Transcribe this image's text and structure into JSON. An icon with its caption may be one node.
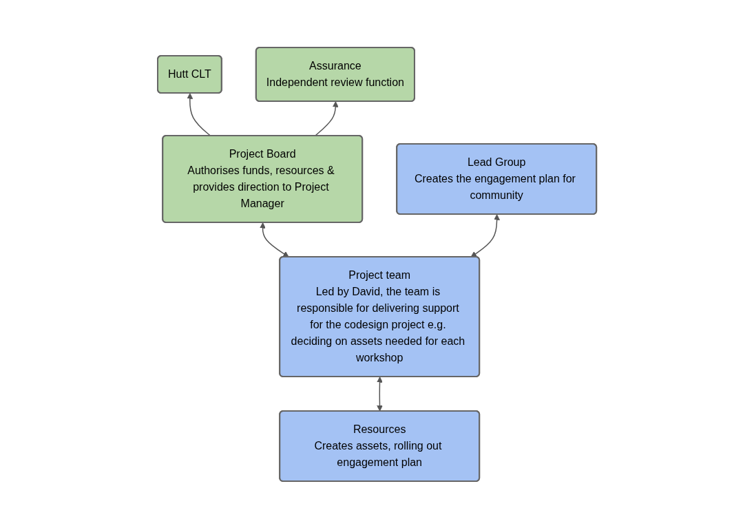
{
  "diagram": {
    "nodes": [
      {
        "text": [
          "Hutt CLT"
        ]
      },
      {
        "text": [
          "Project Board",
          "Authorises funds, resources & provides direction to Project Manager"
        ]
      },
      {
        "text": [
          "Assurance",
          "Independent review function"
        ]
      },
      {
        "text": [
          "Lead Group",
          "Creates the engagement plan for community"
        ]
      },
      {
        "text": [
          "Project team",
          "Led by David, the team is responsible for delivering support for the codesign project e.g. deciding on assets needed for each workshop"
        ]
      },
      {
        "text": [
          "Resources",
          "Creates assets, rolling out engagement plan"
        ]
      }
    ],
    "edges": [
      {
        "from": 1,
        "to": 0,
        "arrow": "to"
      },
      {
        "from": 1,
        "to": 2,
        "arrow": "to"
      },
      {
        "from": 1,
        "to": 4,
        "arrow": "both"
      },
      {
        "from": 3,
        "to": 4,
        "arrow": "both"
      },
      {
        "from": 4,
        "to": 5,
        "arrow": "both"
      }
    ]
  }
}
